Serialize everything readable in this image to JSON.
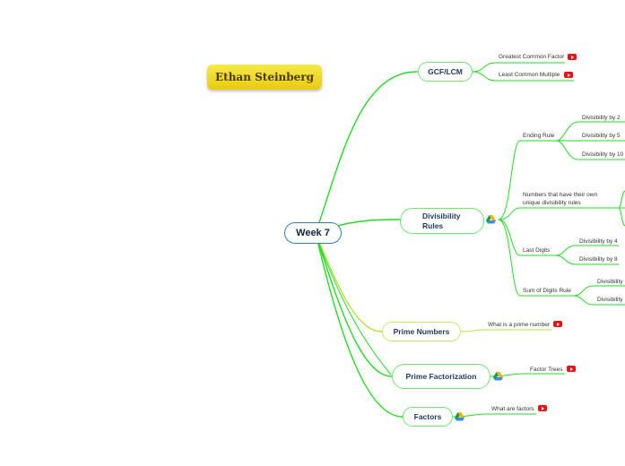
{
  "title": "Ethan Steinberg",
  "central": "Week 7",
  "gcf": {
    "label": "GCF/LCM",
    "items": [
      "Greatest Common Factor",
      "Least Common Multiple"
    ]
  },
  "divisibility": {
    "label": "Divisibility Rules",
    "ending_rule": {
      "label": "Ending Rule",
      "items": [
        "Divisibility by 2",
        "Divisibility by 5",
        "Divisibility by 10"
      ]
    },
    "unique_rules": {
      "label": "Numbers that have their own unique divisibility rules"
    },
    "last_digits": {
      "label": "Last Digits",
      "items": [
        "Divisibility by 4",
        "Divisibility by 8"
      ]
    },
    "sum_digits": {
      "label": "Sum of Digits Rule",
      "items": [
        "Divisibility",
        "Divisibility"
      ]
    }
  },
  "prime_numbers": {
    "label": "Prime Numbers",
    "item": "What is a prime number"
  },
  "prime_factorization": {
    "label": "Prime Factorization",
    "item": "Factor Trees"
  },
  "factors": {
    "label": "Factors",
    "item": "What are factors"
  },
  "colors": {
    "branch": "#22dd22",
    "branch_yellow": "#b5e33a",
    "central_border": "#2f7fc4",
    "youtube": "#ee1111"
  }
}
